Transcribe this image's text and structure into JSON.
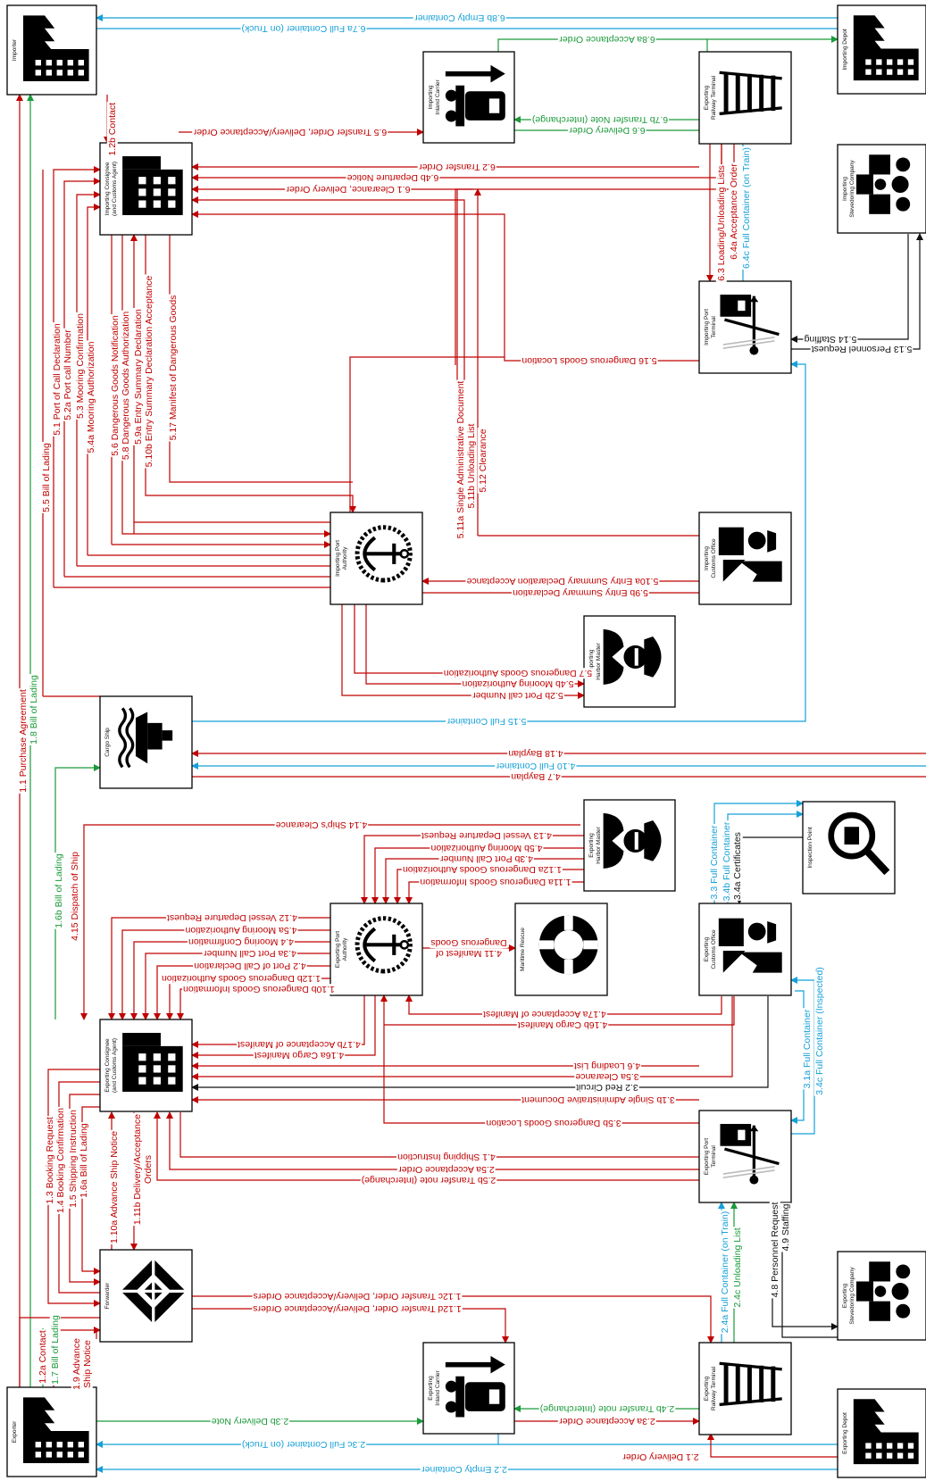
{
  "colors": {
    "red": "#c00000",
    "green": "#1a9a3a",
    "blue": "#14a0d8",
    "black": "#111111"
  },
  "nodes": {
    "importer": {
      "label": "Importer",
      "icon": "factory-icon"
    },
    "importing_depot": {
      "label": "Importing Depot",
      "icon": "factory-icon"
    },
    "importing_inland_carrier": {
      "label": "Importing Inland Carrier",
      "icon": "truck-icon"
    },
    "importing_railway_terminal": {
      "label": "Exporting Railway Terminal",
      "icon": "railway-icon"
    },
    "importing_consignee": {
      "label": "Importing Consignee (and Customs Agent)",
      "icon": "building-icon"
    },
    "importing_stevedoring": {
      "label": "Importing Stevedoring Company",
      "icon": "workers-icon"
    },
    "importing_port_terminal": {
      "label": "Importing Port Terminal",
      "icon": "crane-icon"
    },
    "importing_port_authority": {
      "label": "Importing Port Authority",
      "icon": "anchor-icon"
    },
    "importing_customs": {
      "label": "Importing Customs Office",
      "icon": "customs-icon"
    },
    "importing_harbor_master": {
      "label": "Importing Harbor Master",
      "icon": "captain-icon"
    },
    "cargo_ship": {
      "label": "Cargo Ship",
      "icon": "ship-icon"
    },
    "exporting_harbor_master": {
      "label": "Exporting Harbor Master",
      "icon": "captain-icon"
    },
    "inspection_point": {
      "label": "Inspection Point",
      "icon": "magnifier-icon"
    },
    "exporting_port_authority": {
      "label": "Exporting Port Authority",
      "icon": "anchor-icon"
    },
    "maritime_rescue": {
      "label": "Maritime Rescue",
      "icon": "lifebuoy-icon"
    },
    "exporting_customs": {
      "label": "Exporting Customs Office",
      "icon": "customs-icon"
    },
    "exporting_consignee": {
      "label": "Exporting Consignee (and Customs Agent)",
      "icon": "building-icon"
    },
    "exporting_port_terminal": {
      "label": "Exporting Port Terminal",
      "icon": "crane-icon"
    },
    "forwarder": {
      "label": "Forwarder",
      "icon": "forwarder-icon"
    },
    "exporting_stevedoring": {
      "label": "Exporting Stevedoring Company",
      "icon": "workers-icon"
    },
    "exporting_inland_carrier": {
      "label": "Exporting Inland Carrier",
      "icon": "truck-icon"
    },
    "exporting_railway_terminal": {
      "label": "Exporting Railway Terminal",
      "icon": "railway-icon"
    },
    "exporter": {
      "label": "Exporter",
      "icon": "factory-icon"
    },
    "exporting_depot": {
      "label": "Exporting Depot",
      "icon": "factory-icon"
    }
  },
  "flows": [
    {
      "id": "6.8b",
      "text": "6.8b Empty Container",
      "color": "blue"
    },
    {
      "id": "6.7a",
      "text": "6.7a Full Container (on Truck)",
      "color": "blue"
    },
    {
      "id": "6.8a",
      "text": "6.8a Acceptance Order",
      "color": "green"
    },
    {
      "id": "1.2b",
      "text": "1.2b Contact",
      "color": "red"
    },
    {
      "id": "6.5",
      "text": "6.5 Transfer Order, Delivery/Acceptance Order",
      "color": "red"
    },
    {
      "id": "6.7b",
      "text": "6.7b Transfer Note (Interchange)",
      "color": "green"
    },
    {
      "id": "6.6",
      "text": "6.6 Delivery Order",
      "color": "green"
    },
    {
      "id": "6.2",
      "text": "6.2 Transfer Order",
      "color": "red"
    },
    {
      "id": "6.4b",
      "text": "6.4b Departure Notice",
      "color": "red"
    },
    {
      "id": "6.1",
      "text": "6.1 Clearance, Delivery Order",
      "color": "red"
    },
    {
      "id": "6.3",
      "text": "6.3 Loading/Unloading Lists",
      "color": "red"
    },
    {
      "id": "6.4a",
      "text": "6.4a Acceptance Order",
      "color": "red"
    },
    {
      "id": "6.4c",
      "text": "6.4c Full Container (on Train)",
      "color": "blue"
    },
    {
      "id": "5.14",
      "text": "5.14 Staffing",
      "color": "black"
    },
    {
      "id": "5.13",
      "text": "5.13 Personnel Request",
      "color": "black"
    },
    {
      "id": "5.16",
      "text": "5.16 Dangerous Goods Location",
      "color": "red"
    },
    {
      "id": "5.1",
      "text": "5.1 Port of Call Declaration",
      "color": "red"
    },
    {
      "id": "5.2a",
      "text": "5.2a Port call Number",
      "color": "red"
    },
    {
      "id": "5.3",
      "text": "5.3 Mooring Confirmation",
      "color": "red"
    },
    {
      "id": "5.4a",
      "text": "5.4a Mooring Authorization",
      "color": "red"
    },
    {
      "id": "5.5",
      "text": "5.5 Bill of Lading",
      "color": "red"
    },
    {
      "id": "5.6",
      "text": "5.6 Dangerous Goods Notification",
      "color": "red"
    },
    {
      "id": "5.8",
      "text": "5.8 Dangerous Goods Authorization",
      "color": "red"
    },
    {
      "id": "5.9a",
      "text": "5.9a Entry Summary Declaration",
      "color": "red"
    },
    {
      "id": "5.10b",
      "text": "5.10b Entry Summary Declaration Acceptance",
      "color": "red"
    },
    {
      "id": "5.17",
      "text": "5.17 Manifest of Dangerous Goods",
      "color": "red"
    },
    {
      "id": "5.11a",
      "text": "5.11a Single Administrative Document",
      "color": "red"
    },
    {
      "id": "5.11b",
      "text": "5.11b Unloading List",
      "color": "red"
    },
    {
      "id": "5.12",
      "text": "5.12 Clearance",
      "color": "red"
    },
    {
      "id": "5.10a",
      "text": "5.10a Entry Summary Declaration Acceptance",
      "color": "red"
    },
    {
      "id": "5.9b",
      "text": "5.9b Entry Summary Declaration",
      "color": "red"
    },
    {
      "id": "5.7",
      "text": "5.7 Dangerous Goods Authorization",
      "color": "red"
    },
    {
      "id": "5.4b",
      "text": "5.4b Mooring Authorization",
      "color": "red"
    },
    {
      "id": "5.2b",
      "text": "5.2b Port call Number",
      "color": "red"
    },
    {
      "id": "1.1",
      "text": "1.1 Purchase Agreement",
      "color": "red"
    },
    {
      "id": "1.8",
      "text": "1.8 Bill of Lading",
      "color": "green"
    },
    {
      "id": "5.15",
      "text": "5.15 Full Container",
      "color": "blue"
    },
    {
      "id": "4.18",
      "text": "4.18 Bayplan",
      "color": "red"
    },
    {
      "id": "4.10",
      "text": "4.10 Full Container",
      "color": "blue"
    },
    {
      "id": "4.7",
      "text": "4.7 Bayplan",
      "color": "red"
    },
    {
      "id": "4.14",
      "text": "4.14 Ship's Clearance",
      "color": "red"
    },
    {
      "id": "4.13",
      "text": "4.13 Vessel Departure Request",
      "color": "red"
    },
    {
      "id": "4.5b",
      "text": "4.5b Mooring Authorization",
      "color": "red"
    },
    {
      "id": "4.3b",
      "text": "4.3b Port Call Number",
      "color": "red"
    },
    {
      "id": "1.12a",
      "text": "1.12a Dangerous Goods Authorization",
      "color": "red"
    },
    {
      "id": "1.11a",
      "text": "1.11a Dangerous Goods Information",
      "color": "red"
    },
    {
      "id": "3.3",
      "text": "3.3 Full Container",
      "color": "blue"
    },
    {
      "id": "3.4b",
      "text": "3.4b Full Container",
      "color": "blue"
    },
    {
      "id": "3.4a",
      "text": "3.4a Certificates",
      "color": "black"
    },
    {
      "id": "1.6b",
      "text": "1.6b Bill of Lading",
      "color": "green"
    },
    {
      "id": "4.15",
      "text": "4.15 Dispatch of Ship",
      "color": "red"
    },
    {
      "id": "4.12",
      "text": "4.12 Vessel Departure Request",
      "color": "red"
    },
    {
      "id": "4.5a",
      "text": "4.5a Mooring Authorization",
      "color": "red"
    },
    {
      "id": "4.4",
      "text": "4.4 Mooring Confirmation",
      "color": "red"
    },
    {
      "id": "4.3a",
      "text": "4.3a Port Call Number",
      "color": "red"
    },
    {
      "id": "4.2",
      "text": "4.2 Port of Call Declaration",
      "color": "red"
    },
    {
      "id": "1.12b",
      "text": "1.12b Dangerous Goods Authorization",
      "color": "red"
    },
    {
      "id": "1.10b",
      "text": "1.10b Dangerous Goods Information",
      "color": "red"
    },
    {
      "id": "4.11a",
      "text": "4.11 Manifest of",
      "color": "red"
    },
    {
      "id": "4.11b",
      "text": "Dangerous Goods",
      "color": "red"
    },
    {
      "id": "4.17a",
      "text": "4.17a Acceptance of Manifest",
      "color": "red"
    },
    {
      "id": "4.16b",
      "text": "4.16b Cargo Manifest",
      "color": "red"
    },
    {
      "id": "4.17b",
      "text": "4.17b Acceptance of Manifest",
      "color": "red"
    },
    {
      "id": "4.16a",
      "text": "4.16a Cargo Manifest",
      "color": "red"
    },
    {
      "id": "4.6",
      "text": "4.6 Loading List",
      "color": "red"
    },
    {
      "id": "3.5a",
      "text": "3.5a Clearance",
      "color": "red"
    },
    {
      "id": "3.2",
      "text": "3.2 Red Circuit",
      "color": "black"
    },
    {
      "id": "3.1b",
      "text": "3.1b Single Administrative Document",
      "color": "red"
    },
    {
      "id": "3.1a",
      "text": "3.1a Full Container",
      "color": "blue"
    },
    {
      "id": "3.4c",
      "text": "3.4c Full Container (Inspected)",
      "color": "blue"
    },
    {
      "id": "3.5b",
      "text": "3.5b Dangerous Goods Location",
      "color": "red"
    },
    {
      "id": "4.1",
      "text": "4.1 Shipping Instruction",
      "color": "red"
    },
    {
      "id": "2.5a",
      "text": "2.5a Acceptance Order",
      "color": "red"
    },
    {
      "id": "2.5b",
      "text": "2.5b Transfer note (Interchange)",
      "color": "red"
    },
    {
      "id": "1.3",
      "text": "1.3 Booking Request",
      "color": "red"
    },
    {
      "id": "1.4",
      "text": "1.4 Booking Confirmation",
      "color": "red"
    },
    {
      "id": "1.5",
      "text": "1.5 Shipping Instruction",
      "color": "red"
    },
    {
      "id": "1.6a",
      "text": "1.6a Bill of Lading",
      "color": "red"
    },
    {
      "id": "1.10a",
      "text": "1.10a Advance Ship Notice",
      "color": "red"
    },
    {
      "id": "1.11b",
      "text": "1.11b Delivery/Acceptance",
      "color": "red"
    },
    {
      "id": "1.11b2",
      "text": "Orders",
      "color": "red"
    },
    {
      "id": "2.4a",
      "text": "2.4a Full Container (on Train)",
      "color": "blue"
    },
    {
      "id": "2.4c",
      "text": "2.4c Unloading List",
      "color": "green"
    },
    {
      "id": "4.8",
      "text": "4.8 Personnel Request",
      "color": "black"
    },
    {
      "id": "4.9",
      "text": "4.9 Staffing",
      "color": "black"
    },
    {
      "id": "1.12c",
      "text": "1.12c Transfer Order, Delivery/Acceptance Orders",
      "color": "red"
    },
    {
      "id": "1.12d",
      "text": "1.12d Transfer Order, Delivery/Acceptance Orders",
      "color": "red"
    },
    {
      "id": "1.2a",
      "text": "1.2a Contact",
      "color": "red"
    },
    {
      "id": "1.7",
      "text": "1.7 Bill of Lading",
      "color": "green"
    },
    {
      "id": "1.9a",
      "text": "1.9 Advance",
      "color": "red"
    },
    {
      "id": "1.9b",
      "text": "Ship Notice",
      "color": "red"
    },
    {
      "id": "2.3b",
      "text": "2.3b Delivery Note",
      "color": "green"
    },
    {
      "id": "2.4b",
      "text": "2.4b Transfer note (Interchange)",
      "color": "green"
    },
    {
      "id": "2.3a",
      "text": "2.3a Acceptance Order",
      "color": "red"
    },
    {
      "id": "2.3c",
      "text": "2.3c Full Container (on Truck)",
      "color": "blue"
    },
    {
      "id": "2.1",
      "text": "2.1 Delivery Order",
      "color": "red"
    },
    {
      "id": "2.2",
      "text": "2.2 Empty Container",
      "color": "blue"
    }
  ]
}
